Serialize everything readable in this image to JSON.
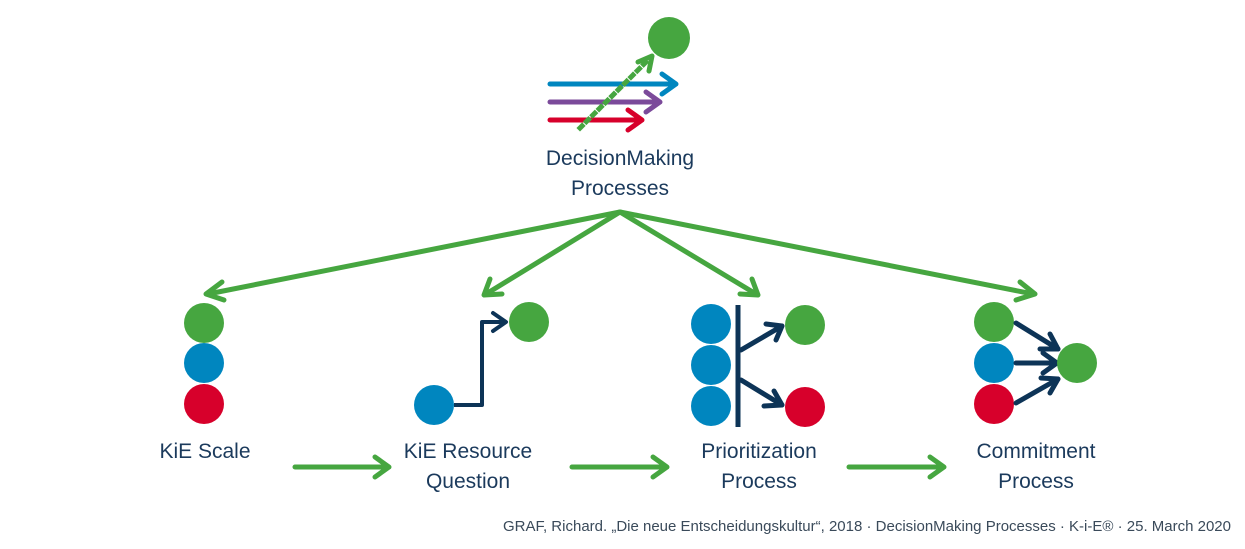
{
  "title": {
    "line1": "DecisionMaking",
    "line2": "Processes"
  },
  "nodes": [
    {
      "id": "kie-scale",
      "line1": "KiE Scale",
      "line2": ""
    },
    {
      "id": "kie-resource-question",
      "line1": "KiE Resource",
      "line2": "Question"
    },
    {
      "id": "prioritization-process",
      "line1": "Prioritization",
      "line2": "Process"
    },
    {
      "id": "commitment-process",
      "line1": "Commitment",
      "line2": "Process"
    }
  ],
  "footer": "GRAF, Richard. „Die neue Entscheidungskultur“, 2018 · DecisionMaking Processes · K-i-E® · 25. March 2020",
  "colors": {
    "green": "#46a640",
    "blue": "#0086bf",
    "red": "#d7002b",
    "purple": "#7b4a9a",
    "navy": "#0d3457"
  }
}
